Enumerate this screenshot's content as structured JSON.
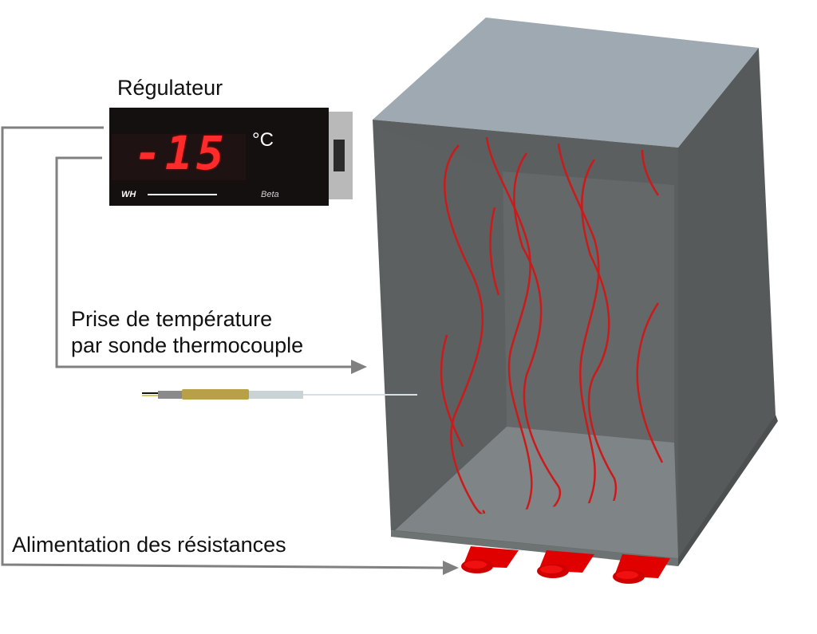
{
  "diagram": {
    "labels": {
      "regulator": "Régulateur",
      "probe_line1": "Prise de température",
      "probe_line2": "par sonde thermocouple",
      "power": "Alimentation des résistances"
    },
    "regulator_display": {
      "value": "-15",
      "unit": "°C",
      "left_marking": "WH",
      "brand": "Beta",
      "digit_color": "#ff2a2a",
      "body_color": "#151010"
    },
    "enclosure": {
      "top_color": "#9ea9b1",
      "front_color": "#5b5f60",
      "side_color": "#565a5b",
      "floor_color": "#7f8586",
      "heat_wave_color": "#cc1a1a",
      "heater_count": 3,
      "heater_color": "#e00000"
    },
    "connector_color": "#808080"
  }
}
